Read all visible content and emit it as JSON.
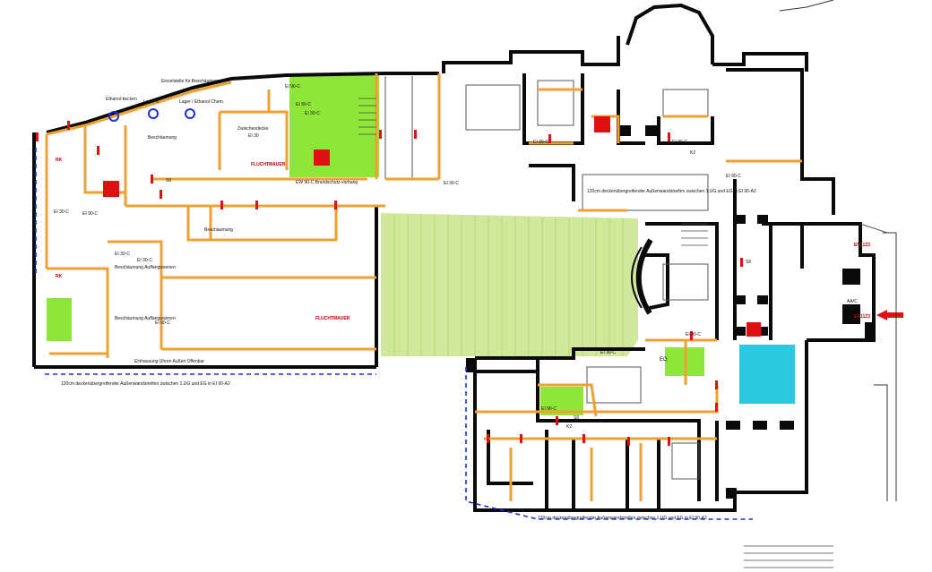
{
  "diagram": {
    "labels": {
      "einzelstelle": "Einzelstelle für Beschäumung",
      "ethanol": "Ethanol-becken",
      "lager_kk": "Lager K",
      "lager_chem": "Lager I Ethanol Chem.",
      "beschaeumung_top": "Beschäumung",
      "zwischendecke": "Zwischendecke",
      "zwischendecke_rating": "EI 30",
      "brandschutzvorhang": "EW 90-C Brandschutz-vorhang",
      "beschaeumung_mid": "Beschäumung",
      "beschaeumung_auffang1": "Beschäumung Auffangwannen",
      "beschaeumung_auffang2": "Beschäumung Auffangwannen",
      "vorsorge": "Einhausung Uhren Außen Offenbar",
      "note_left": "120cm deckenübergreifender Außenwandstreifen zwischen 1.UG und EG in EI 90-A2",
      "note_right": "120cm deckenübergreifender Außenwandstreifen zwischen 1.UG und EG in EI 90-A2",
      "note_bottom": "120cm deckenübergreifender Außenwandstreifen zwischen 1.UG und EG in EI 90-A2",
      "eg": "EG",
      "k2": "K2",
      "s6": "S6",
      "aa": "AA/C"
    },
    "ratings": {
      "r1": "EI 90-C",
      "r2": "EI 90-C",
      "r3": "EI 30-C",
      "r4": "EI 30-C",
      "r5": "EI 90-C",
      "r6": "EI 30-C",
      "r7": "EI 30-C",
      "r8": "EI 90-C",
      "r9": "EI 30-C",
      "r10": "EI 90-C",
      "r11": "EI 30-C",
      "r12": "EI 90-C",
      "r13": "EI 30-C",
      "r14": "EI 90-C",
      "r15": "EI 30-C"
    },
    "markers": {
      "rk1": "RK",
      "rk2": "RK",
      "fluchtmauer1": "FLUCHTMAUER",
      "fluchtmauer2": "FLUCHTMAUER",
      "en1": "EN11Z3",
      "en2": "EN11Z3"
    },
    "colors": {
      "wall": "#0a0a0a",
      "fire_line": "#f0a030",
      "green_zone": "#8ee638",
      "stage_green": "#cfe89a",
      "cyan_zone": "#2cc8e0",
      "blue_dash": "#1a2ee0",
      "red_mark": "#e01010"
    }
  }
}
